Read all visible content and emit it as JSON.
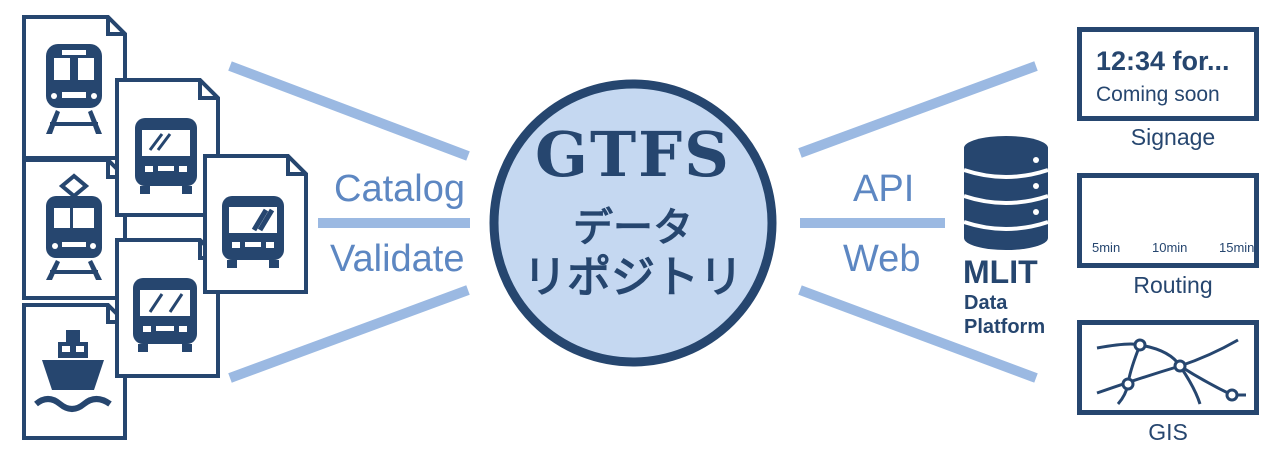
{
  "center": {
    "title": "GTFS",
    "subtitle_line1": "データ",
    "subtitle_line2": "リポジトリ"
  },
  "left_labels": {
    "catalog": "Catalog",
    "validate": "Validate"
  },
  "right_labels": {
    "api": "API",
    "web": "Web"
  },
  "platform": {
    "name": "MLIT",
    "line1": "Data",
    "line2": "Platform"
  },
  "signage": {
    "time_text": "12:34 for...",
    "status_text": "Coming soon",
    "caption": "Signage"
  },
  "routing": {
    "caption": "Routing",
    "walk_time": "5min",
    "bus_time": "10min",
    "train_time": "15min"
  },
  "gis": {
    "caption": "GIS"
  },
  "colors": {
    "dark": "#26466f",
    "accent": "#5d87c2",
    "line": "#9bb9e2",
    "circle_fill": "#c5d8f1"
  },
  "icons": [
    "train-icon",
    "bus-icon",
    "tram-icon",
    "ship-icon",
    "database-icon",
    "walker-icon",
    "map-icon"
  ]
}
